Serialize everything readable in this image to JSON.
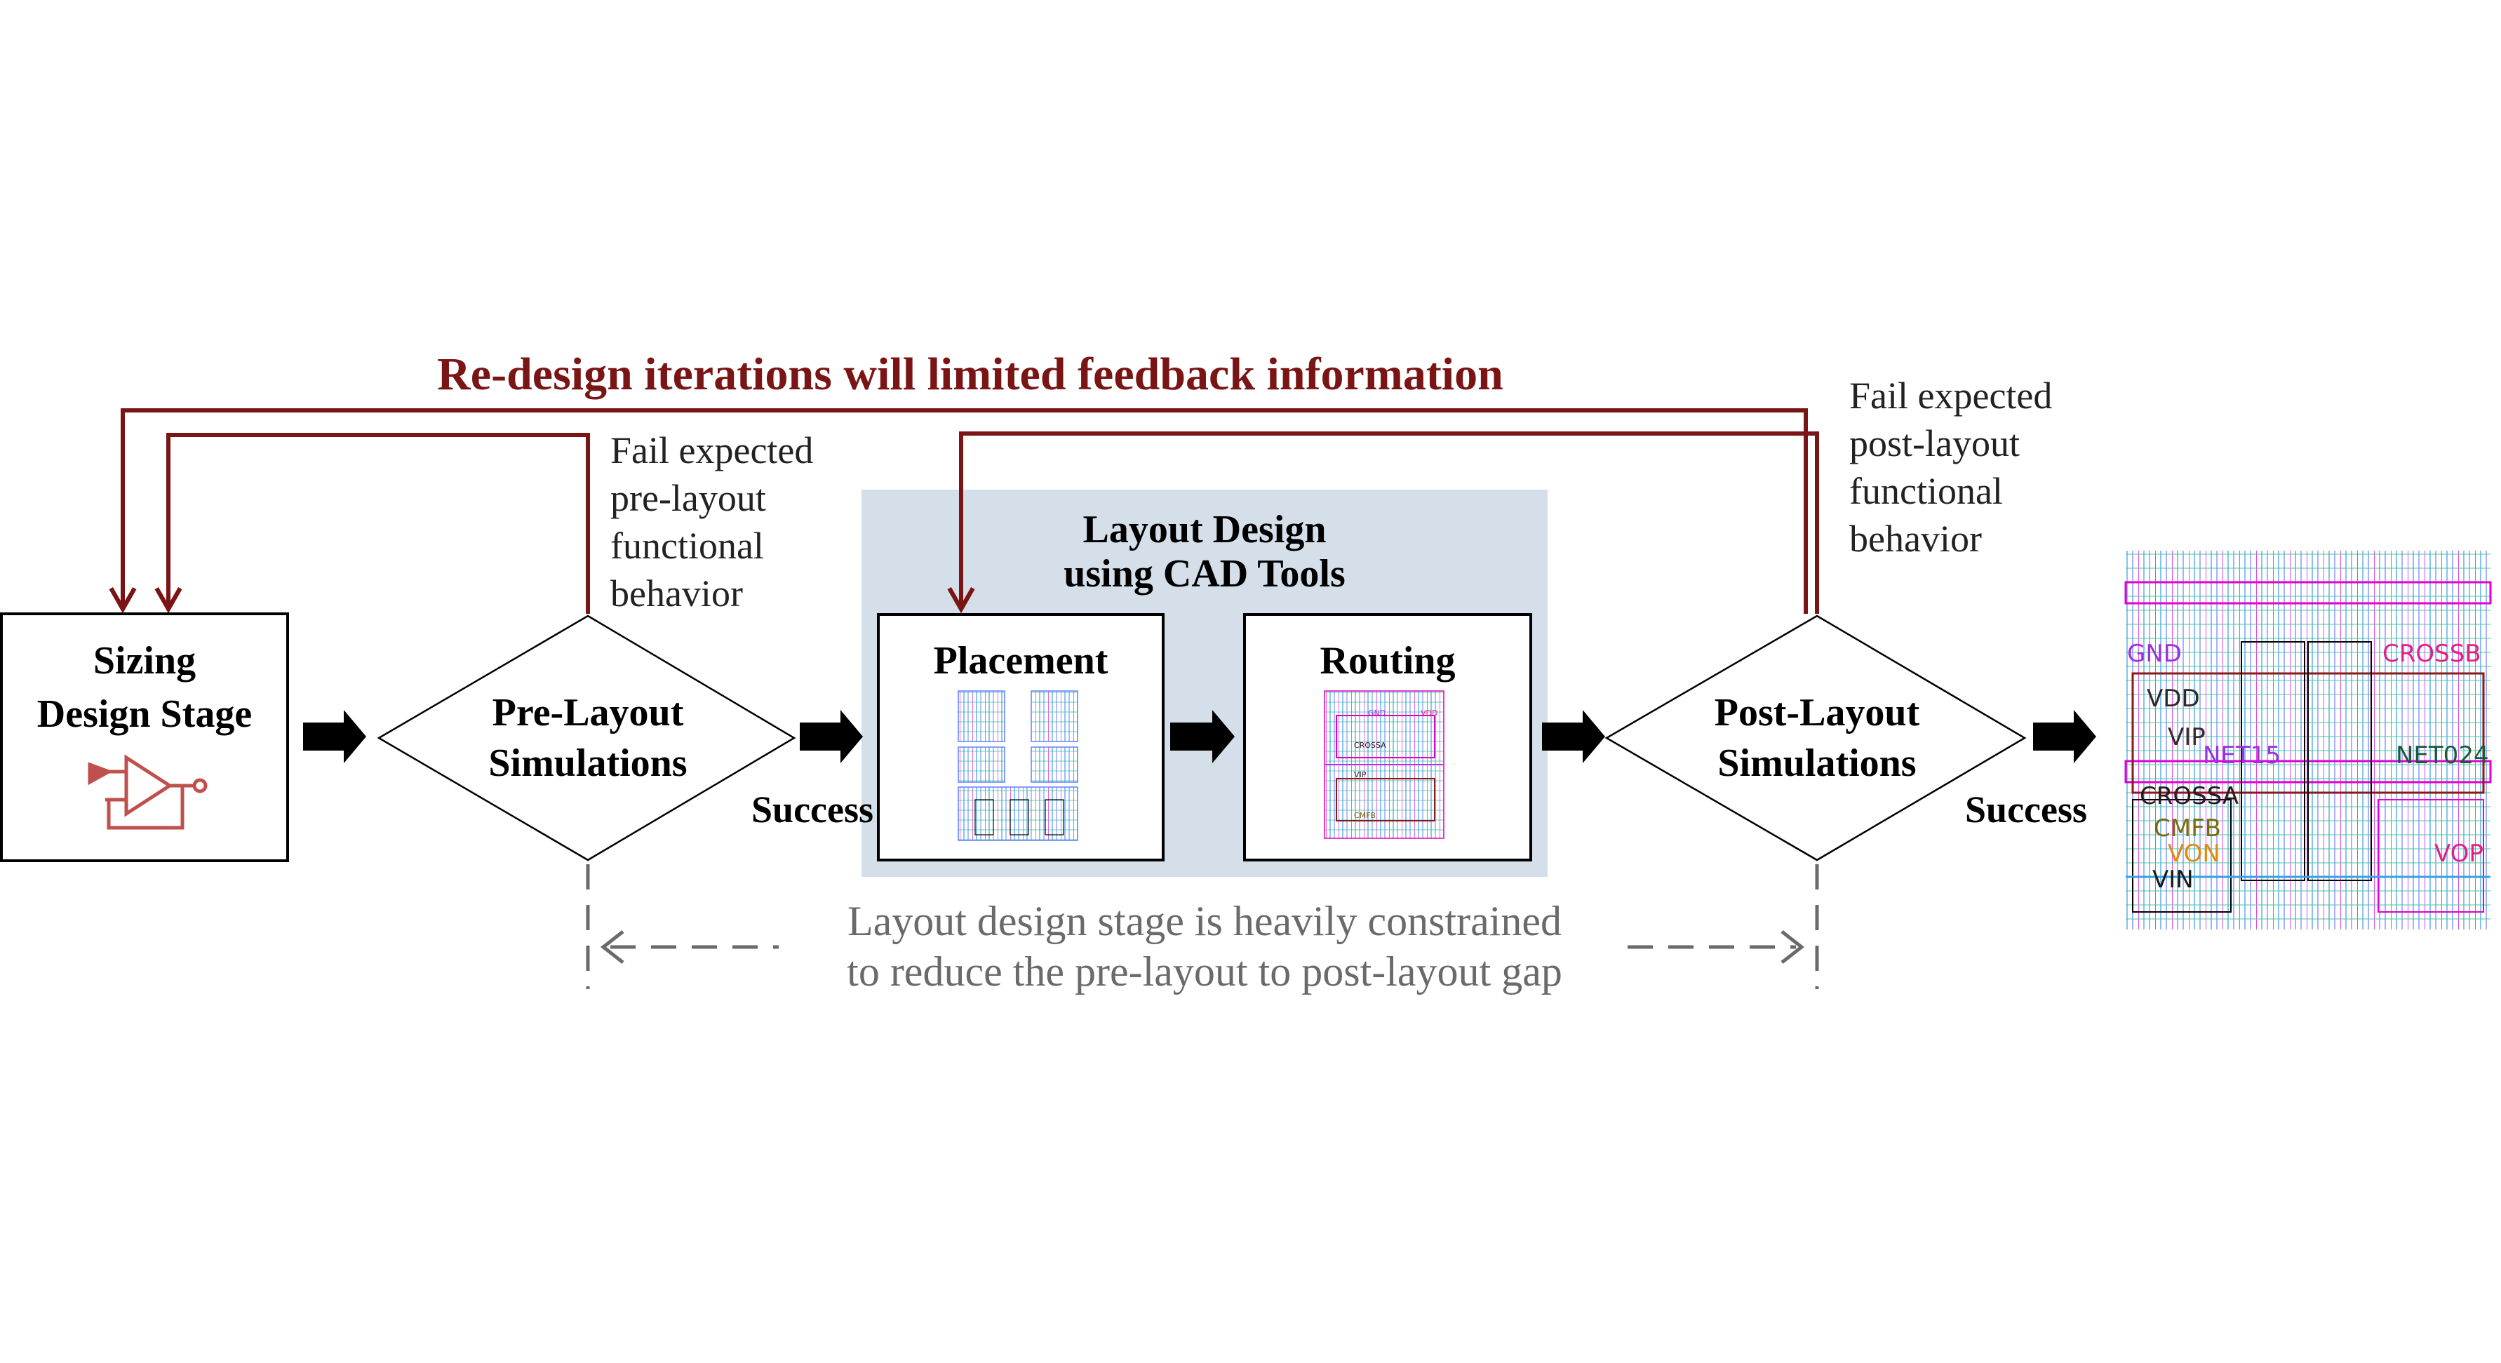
{
  "headline": "Re-design iterations will limited feedback information",
  "sizing": {
    "line1": "Sizing",
    "line2": "Design Stage"
  },
  "pre_layout": {
    "line1": "Pre-Layout",
    "line2": "Simulations"
  },
  "fail_pre": [
    "Fail expected",
    "pre-layout",
    "functional",
    "behavior"
  ],
  "cad": {
    "line1": "Layout Design",
    "line2": "using CAD Tools"
  },
  "placement": "Placement",
  "routing": "Routing",
  "post_layout": {
    "line1": "Post-Layout",
    "line2": "Simulations"
  },
  "fail_post": [
    "Fail expected",
    "post-layout",
    "functional",
    "behavior"
  ],
  "success_1": "Success",
  "success_2": "Success",
  "note": {
    "line1": "Layout design stage is heavily constrained",
    "line2": "to reduce the pre-layout to post-layout gap"
  },
  "routing_thumb_labels": [
    "GND",
    "VDD",
    "CROSSA",
    "CMFB",
    "VIP"
  ],
  "final_layout_labels": [
    {
      "text": "GND",
      "color": "#9b30e0"
    },
    {
      "text": "CROSSB",
      "color": "#e0208a"
    },
    {
      "text": "VDD",
      "color": "#2a2a2a"
    },
    {
      "text": "VIP",
      "color": "#3a2a2a"
    },
    {
      "text": "NET15",
      "color": "#9b30e0"
    },
    {
      "text": "NET024",
      "color": "#1a5a3a"
    },
    {
      "text": "CROSSA",
      "color": "#2a1a1a"
    },
    {
      "text": "CMFB",
      "color": "#7a6a10"
    },
    {
      "text": "VON",
      "color": "#e08a10"
    },
    {
      "text": "VOP",
      "color": "#e0208a"
    },
    {
      "text": "VIN",
      "color": "#1a1a1a"
    }
  ],
  "colors": {
    "feedback": "#7a1515",
    "flow_arrow": "#000000",
    "cad_background": "#d5dfea",
    "note_gray": "#6a6a6a",
    "opamp": "#c0504d"
  }
}
